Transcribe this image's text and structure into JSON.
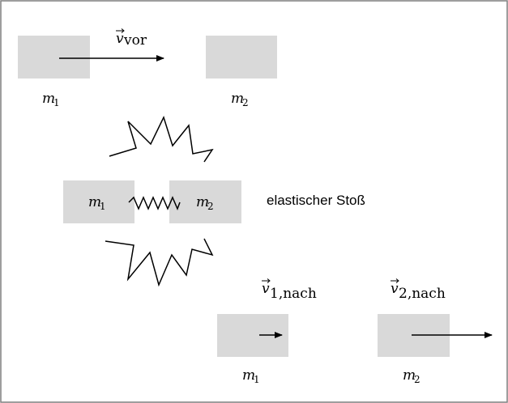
{
  "top": {
    "m1_label": {
      "base": "m",
      "sub": "1"
    },
    "m2_label": {
      "base": "m",
      "sub": "2"
    },
    "velocity_label": {
      "base": "v",
      "sub": "vor"
    }
  },
  "middle": {
    "m1_label": {
      "base": "m",
      "sub": "1"
    },
    "m2_label": {
      "base": "m",
      "sub": "2"
    },
    "collision_text": "elastischer Stoß"
  },
  "bottom": {
    "m1_label": {
      "base": "m",
      "sub": "1"
    },
    "m2_label": {
      "base": "m",
      "sub": "2"
    },
    "v1_label": {
      "base": "v",
      "sub": "1,nach"
    },
    "v2_label": {
      "base": "v",
      "sub": "2,nach"
    }
  },
  "colors": {
    "block": "#d9d9d9",
    "border": "#7f7f7f",
    "ink": "#000000"
  }
}
